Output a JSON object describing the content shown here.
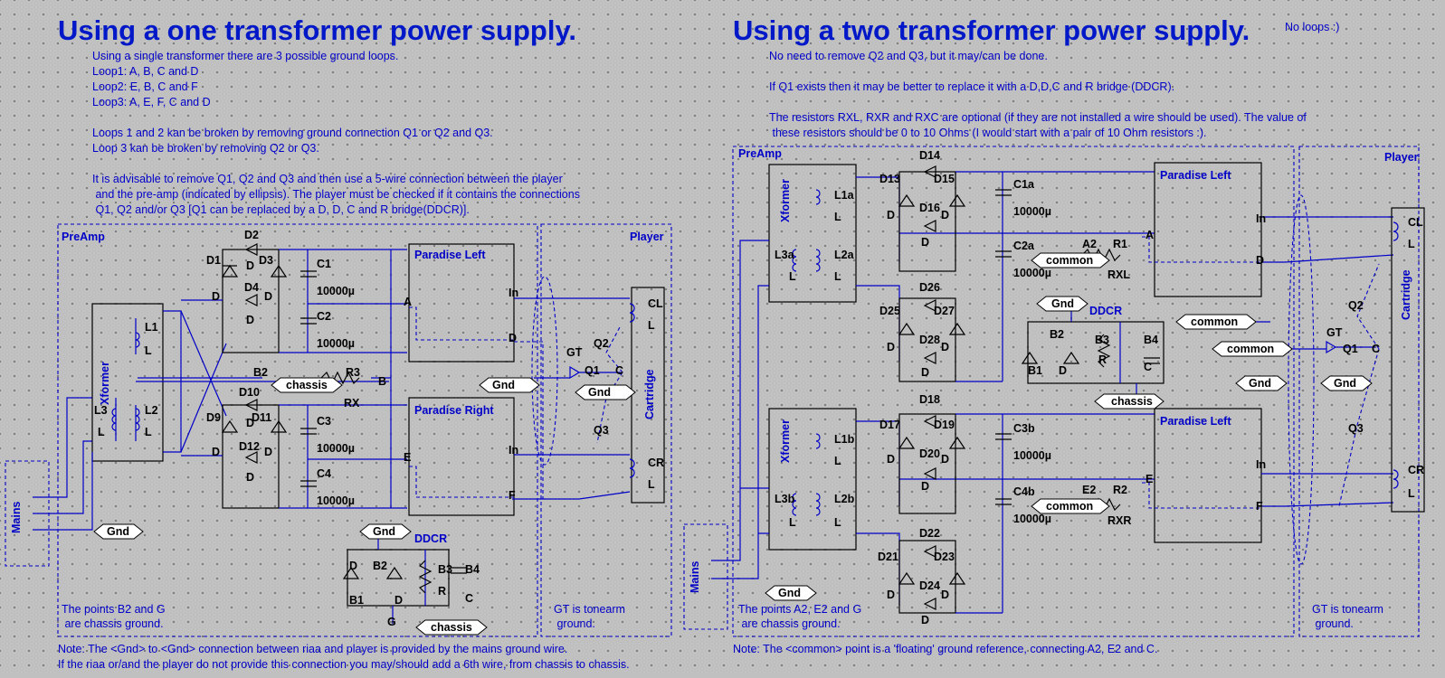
{
  "left": {
    "title": "Using a one transformer power supply.",
    "intro": [
      "Using a single transformer there are 3 possible ground loops.",
      "Loop1: A, B, C and D",
      "Loop2: E, B, C and F",
      "Loop3: A, E, F, C and D"
    ],
    "break1": "Loops 1 and 2 kan be broken by removing ground connection Q1 or Q2 and Q3.",
    "break2": "Loop 3 kan be broken by removing Q2 or Q3.",
    "advice": [
      "It is advisable to remove Q1, Q2 and Q3 and then use a 5-wire connection between the player",
      " and the pre-amp (indicated by ellipsis). The player must be checked if it contains the connections",
      " Q1, Q2 and/or Q3 [Q1 can be replaced by a D, D, C and R bridge(DDCR)]."
    ],
    "preamp": "PreAmp",
    "player": "Player",
    "xformer": "Xformer",
    "mains": "Mains",
    "paradise_left": "Paradise Left",
    "paradise_right": "Paradise Right",
    "cartridge": "Cartridge",
    "chassis_note": [
      "The points B2 and G",
      " are chassis ground."
    ],
    "gt_note": [
      "GT is tonearm",
      " ground."
    ],
    "note": [
      "Note: The <Gnd> to <Gnd> connection between riaa and player is provided by the mains ground wire.",
      "If the riaa or/and the player do not provide this connection you may/should add a 6th wire, from chassis to chassis."
    ],
    "labels": {
      "D1": "D1",
      "D2": "D2",
      "D3": "D3",
      "D4": "D4",
      "D9": "D9",
      "D10": "D10",
      "D11": "D11",
      "D12": "D12",
      "C1": "C1",
      "C2": "C2",
      "C3": "C3",
      "C4": "C4",
      "cap": "10000µ",
      "L1": "L1",
      "L2": "L2",
      "L3": "L3",
      "L": "L",
      "D": "D",
      "A": "A",
      "B": "B",
      "B2": "B2",
      "E": "E",
      "F": "F",
      "In": "In",
      "R3": "R3",
      "RX": "RX",
      "GT": "GT",
      "Q1": "Q1",
      "Q2": "Q2",
      "Q3": "Q3",
      "C": "C",
      "CL": "CL",
      "CR": "CR",
      "DDCR": "DDCR",
      "B1": "B1",
      "B3": "B3",
      "B4": "B4",
      "R": "R",
      "G": "G"
    },
    "tags": {
      "chassis": "chassis",
      "gnd": "Gnd"
    }
  },
  "right": {
    "title": "Using a two transformer power supply.",
    "no_loops": "No loops :)",
    "line1": "No need to remove Q2 and Q3, but it may/can be done.",
    "line2": "If Q1 exists then it may be better to replace it with a D,D,C and R bridge (DDCR).",
    "line3": [
      "The resistors RXL, RXR and RXC are optional (if they are not installed a wire should be used). The value of",
      " these resistors should be 0 to 10 Ohms (I would start with a pair of 10 Ohm resistors :)."
    ],
    "preamp": "PreAmp",
    "player": "Player",
    "xformer": "Xformer",
    "mains": "Mains",
    "paradise_left": "Paradise Left",
    "cartridge": "Cartridge",
    "chassis_note": [
      "The points A2, E2 and G",
      " are chassis ground."
    ],
    "gt_note": [
      "GT is tonearm",
      " ground."
    ],
    "note": "Note: The <common> point is a 'floating' ground reference, connecting A2, E2 and C.",
    "labels": {
      "D13": "D13",
      "D14": "D14",
      "D15": "D15",
      "D16": "D16",
      "D17": "D17",
      "D18": "D18",
      "D19": "D19",
      "D20": "D20",
      "D21": "D21",
      "D22": "D22",
      "D23": "D23",
      "D24": "D24",
      "D25": "D25",
      "D26": "D26",
      "D27": "D27",
      "D28": "D28",
      "C1a": "C1a",
      "C2a": "C2a",
      "C3b": "C3b",
      "C4b": "C4b",
      "cap": "10000µ",
      "L1a": "L1a",
      "L2a": "L2a",
      "L3a": "L3a",
      "L1b": "L1b",
      "L2b": "L2b",
      "L3b": "L3b",
      "L": "L",
      "D": "D",
      "A": "A",
      "A2": "A2",
      "E": "E",
      "E2": "E2",
      "F": "F",
      "In": "In",
      "R1": "R1",
      "R2": "R2",
      "RXL": "RXL",
      "RXR": "RXR",
      "GT": "GT",
      "Q1": "Q1",
      "Q2": "Q2",
      "Q3": "Q3",
      "C": "C",
      "CL": "CL",
      "CR": "CR",
      "DDCR": "DDCR",
      "B1": "B1",
      "B2": "B2",
      "B3": "B3",
      "B4": "B4",
      "R": "R"
    },
    "tags": {
      "common": "common",
      "gnd": "Gnd",
      "chassis": "chassis"
    }
  }
}
